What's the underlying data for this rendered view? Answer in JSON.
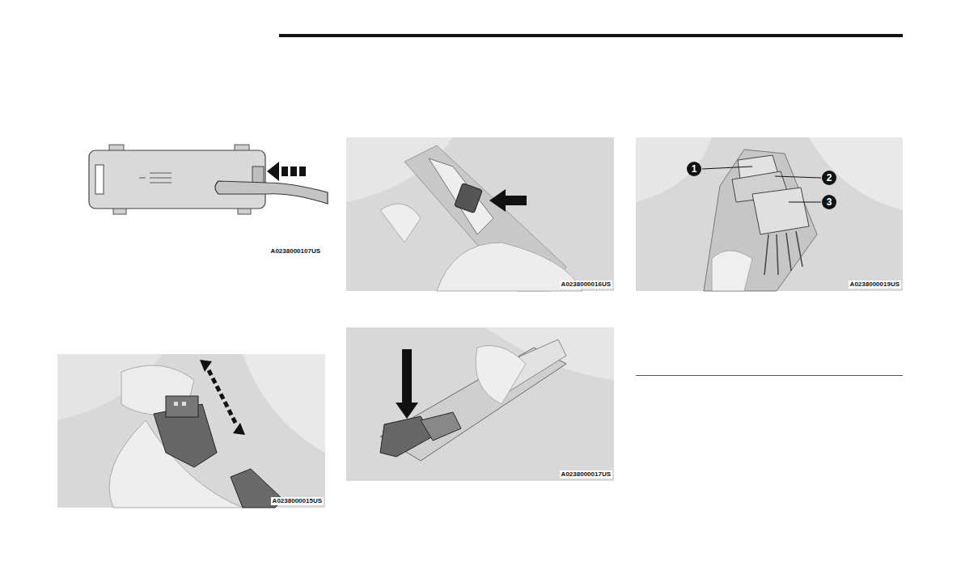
{
  "diagram": {
    "labels": [
      "A0238000107US",
      "A0238000016US",
      "A0238000019US",
      "A0238000015US",
      "A0238000017US",
      "1",
      "2",
      "3"
    ]
  }
}
